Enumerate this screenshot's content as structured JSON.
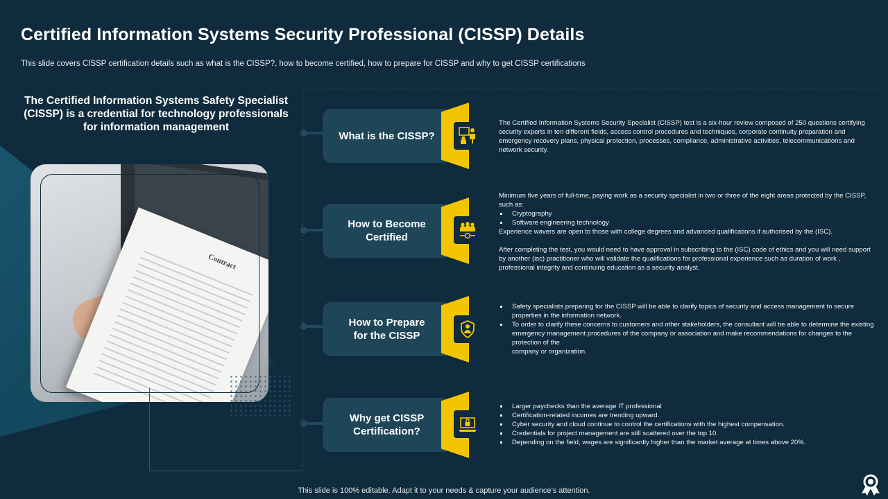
{
  "title": "Certified Information Systems Security Professional (CISSP) Details",
  "subtitle": "This slide covers CISSP certification details such as what is the CISSP?,  how to become certified, how to prepare for CISSP and why to get CISSP certifications",
  "intro": "The Certified Information  Systems Safety Specialist (CISSP) is a credential for technology professionals for information management",
  "photo": {
    "doc_label": "Contract"
  },
  "sections": [
    {
      "label": "What is the CISSP?",
      "icon": "presenter-icon",
      "paragraphs": [
        "The Certified Information Systems Security Specialist (CISSP)  test is a six-hour review composed of 250 questions certifying security experts in ten different fields, access control procedures and techniques, corporate continuity preparation and emergency recovery plans, physical protection, processes, compliance, administrative activities, telecommunications  and network security."
      ]
    },
    {
      "label": "How to Become Certified",
      "icon": "team-badge-icon",
      "intro": "Minimum  five years of full-time, paying work as a security specialist in two or three of the eight areas protected by the CISSP,  such as:",
      "bullets": [
        "Cryptography",
        "Software engineering technology"
      ],
      "after": "Experience wavers are open to those with college degrees and advanced qualifications if authorised by the (ISC).",
      "extra": "After completing the test, you would need to have approval in subscribing to the (ISC) code of ethics and you will need support by another (isc) practitioner who will validate the qualifications for professional experience such as duration of work , professional integrity and continuing education as a security analyst."
    },
    {
      "label": "How to Prepare for the CISSP",
      "icon": "shield-person-icon",
      "bullets": [
        "Safety specialists preparing for the CISSP  will be able to clarify topics of security and access management  to secure properties in the information network.",
        "To order to clarify these concerns to customers and other stakeholders, the consultant will be able to determine  the existing emergency management  procedures of the company or association and make recommendations for changes to the protection of the"
      ],
      "tail": "company or organization."
    },
    {
      "label": "Why get CISSP Certification?",
      "icon": "laptop-lock-icon",
      "bullets": [
        "Larger paychecks than the average IT professional",
        "Certification-related incomes are trending upward.",
        "Cyber security and cloud continue to control the certifications with the highest compensation.",
        "Credentials for project management  are still scattered over the top 10.",
        "Depending  on the field,  wages are significantly higher than the market  average at times above 20%."
      ]
    }
  ],
  "footer": "This slide is 100% editable. Adapt it to your needs & capture your audience’s attention.",
  "colors": {
    "background": "#0f2b3d",
    "accent": "#f2c500",
    "pill": "#1f4559"
  }
}
